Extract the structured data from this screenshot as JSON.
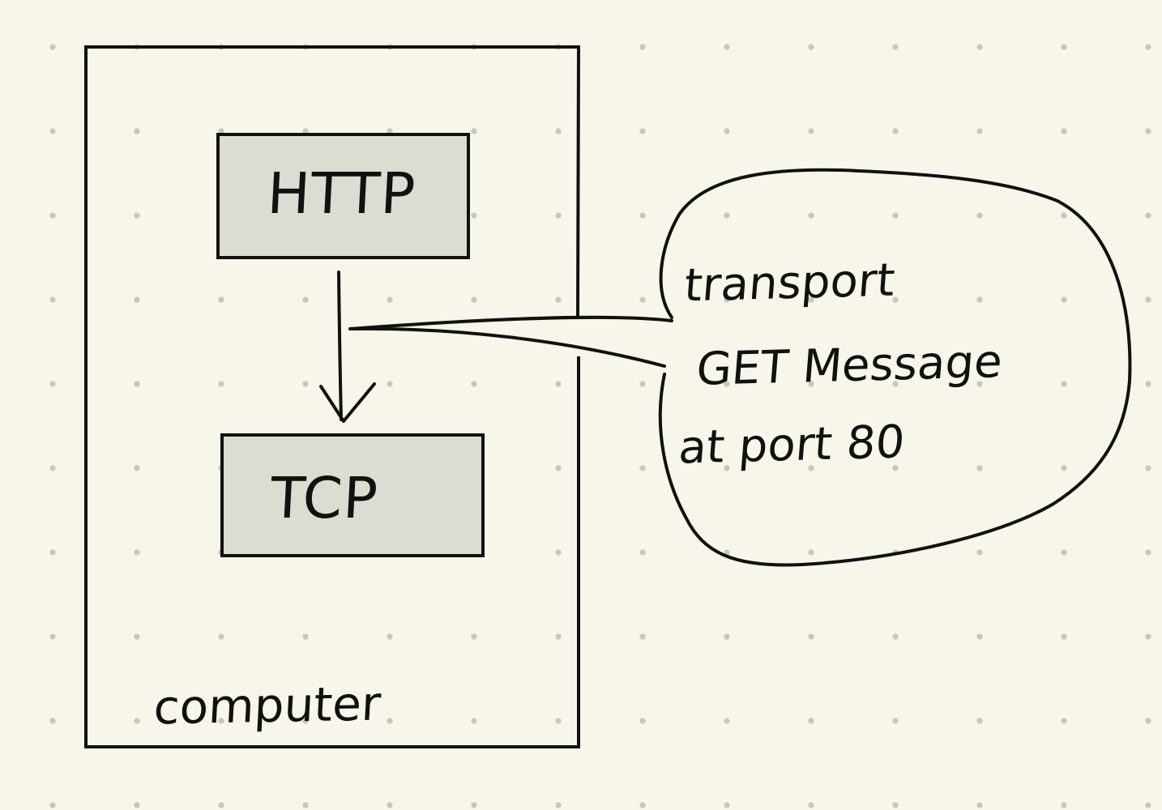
{
  "diagram": {
    "computer_label": "computer",
    "upper_box_label": "HTTP",
    "lower_box_label": "TCP",
    "callout_lines": [
      "transport",
      "GET Message",
      "at port 80"
    ],
    "colors": {
      "paper": "#f8f6eb",
      "grid_dot": "#c7c6c0",
      "box_fill": "#dcdcd2",
      "ink": "#111111"
    }
  }
}
